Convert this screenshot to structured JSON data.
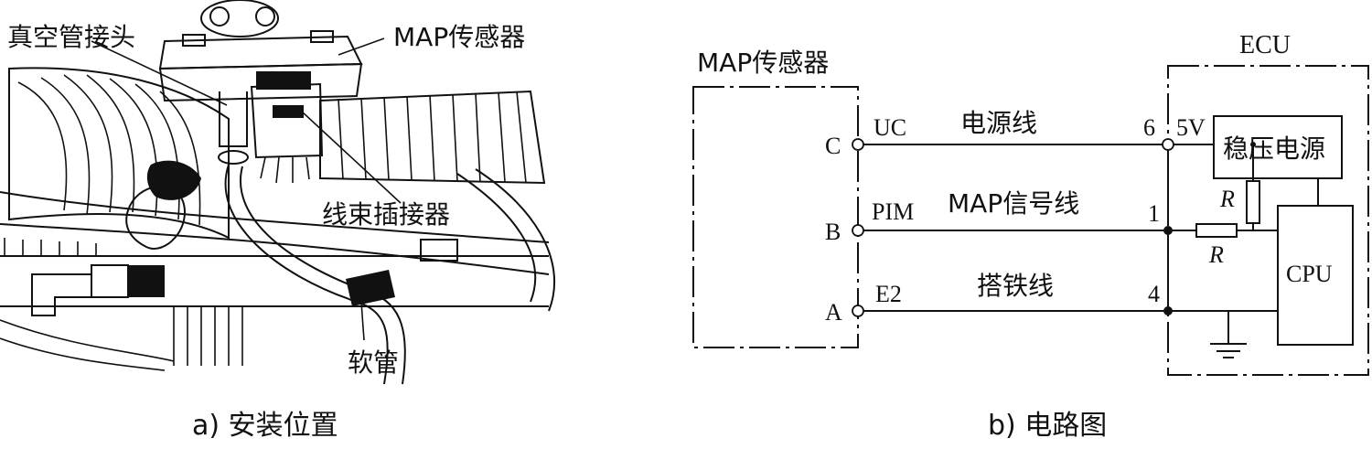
{
  "panel_a": {
    "caption": "a)  安装位置",
    "labels": {
      "vacuum_connector": "真空管接头",
      "map_sensor": "MAP传感器",
      "harness_connector": "线束插接器",
      "hose": "软管"
    }
  },
  "panel_b": {
    "caption": "b)  电路图",
    "sensor_title": "MAP传感器",
    "ecu_title": "ECU",
    "regulator_label": "稳压电源",
    "cpu_label": "CPU",
    "voltage_label": "5V",
    "resistor_label": "R",
    "lines": [
      {
        "pin": "C",
        "signal": "UC",
        "name": "电源线",
        "ecu_pin": "6"
      },
      {
        "pin": "B",
        "signal": "PIM",
        "name": "MAP信号线",
        "ecu_pin": "1"
      },
      {
        "pin": "A",
        "signal": "E2",
        "name": "搭铁线",
        "ecu_pin": "4"
      }
    ]
  }
}
